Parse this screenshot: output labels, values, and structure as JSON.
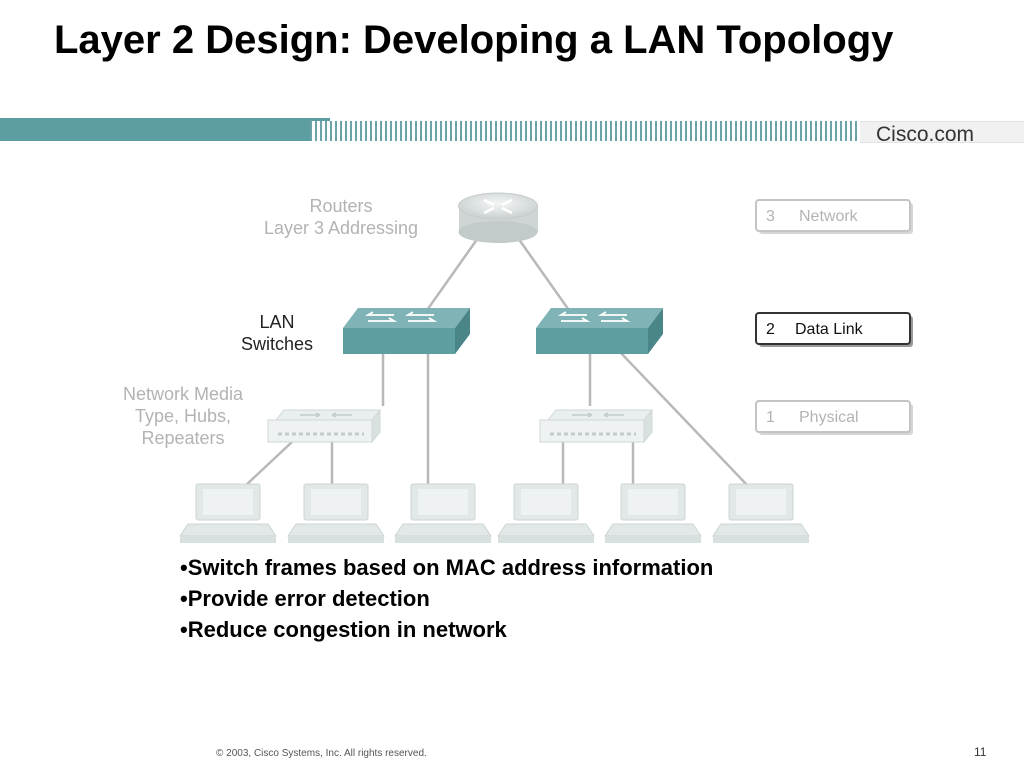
{
  "slide": {
    "title": "Layer 2 Design: Developing a LAN Topology",
    "brand": "Cisco.com",
    "bullets": [
      "•Switch frames based on MAC address information",
      "•Provide error detection",
      "•Reduce congestion in network"
    ],
    "footer": "© 2003, Cisco Systems, Inc. All rights reserved.",
    "page_number": "11"
  },
  "diagram": {
    "labels": {
      "routers_line1": "Routers",
      "routers_line2": "Layer 3 Addressing",
      "switches_line1": "LAN",
      "switches_line2": "Switches",
      "media_line1": "Network Media",
      "media_line2": "Type, Hubs,",
      "media_line3": "Repeaters"
    },
    "layers": [
      {
        "number": "3",
        "name": "Network",
        "highlighted": false
      },
      {
        "number": "2",
        "name": "Data Link",
        "highlighted": true
      },
      {
        "number": "1",
        "name": "Physical",
        "highlighted": false
      }
    ],
    "colors": {
      "switch": "#5f9ea0",
      "dim": "#b5b5b5",
      "highlight": "#222222"
    }
  }
}
